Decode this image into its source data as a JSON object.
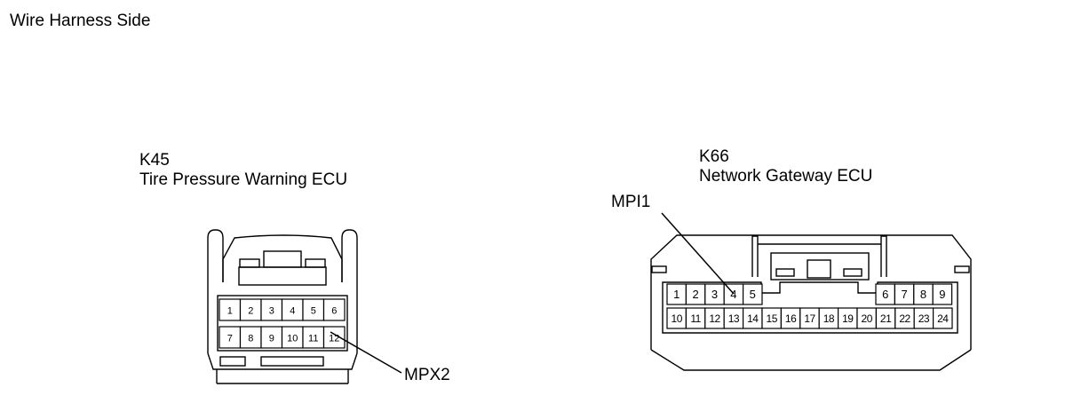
{
  "title": "Wire Harness Side",
  "connectors": [
    {
      "code": "K45",
      "name": "Tire Pressure Warning ECU",
      "pins_top": [
        "1",
        "2",
        "3",
        "4",
        "5",
        "6"
      ],
      "pins_bottom": [
        "7",
        "8",
        "9",
        "10",
        "11",
        "12"
      ],
      "callout": {
        "label": "MPX2",
        "pin": "12"
      }
    },
    {
      "code": "K66",
      "name": "Network Gateway ECU",
      "pins_top_left": [
        "1",
        "2",
        "3",
        "4",
        "5"
      ],
      "pins_top_right": [
        "6",
        "7",
        "8",
        "9"
      ],
      "pins_bottom": [
        "10",
        "11",
        "12",
        "13",
        "14",
        "15",
        "16",
        "17",
        "18",
        "19",
        "20",
        "21",
        "22",
        "23",
        "24"
      ],
      "callout": {
        "label": "MPI1",
        "pin": "4"
      }
    }
  ]
}
